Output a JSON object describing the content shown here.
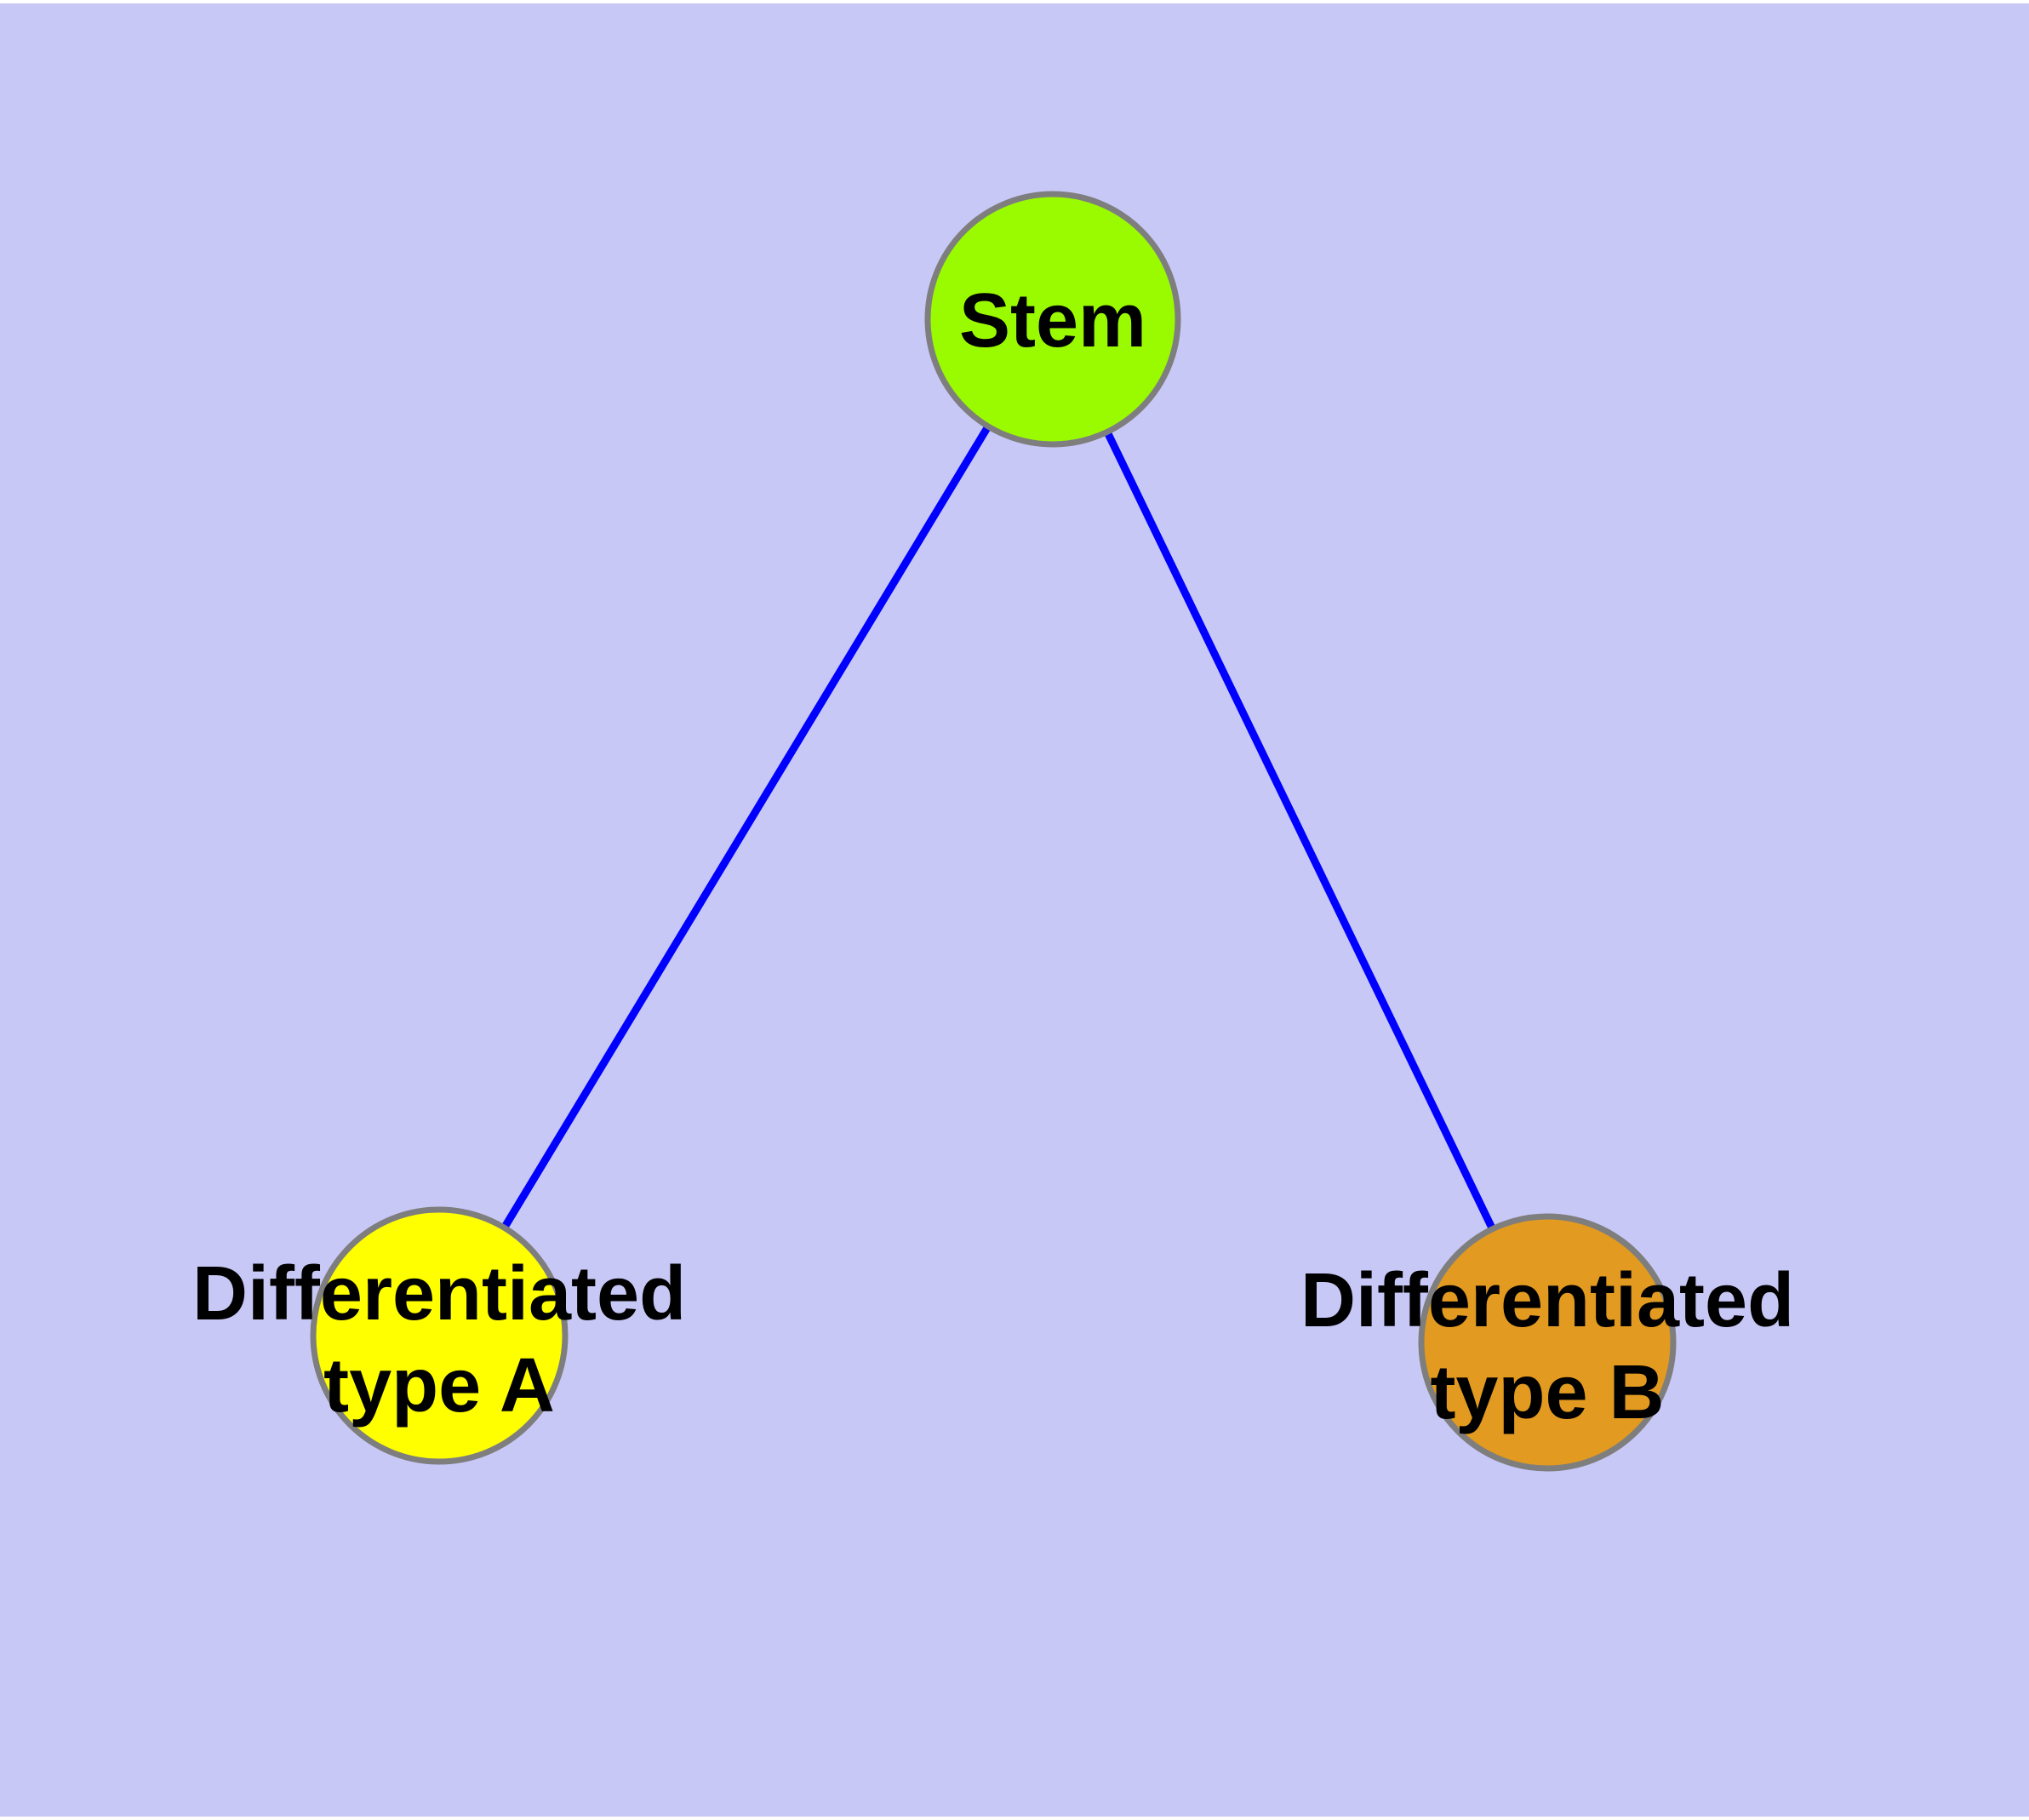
{
  "diagram": {
    "type": "node-link-graph",
    "background_color": "#C8C8F7",
    "margin_color": "#FFFFFF",
    "edge_color": "#0000FF",
    "node_border_color": "#7E7E7E",
    "label_color": "#000000",
    "nodes": [
      {
        "id": "stem",
        "label": "Stem",
        "fill": "#9AFB00"
      },
      {
        "id": "diff-a",
        "label": "Differentiated\ntype A",
        "fill": "#FFFF00"
      },
      {
        "id": "diff-b",
        "label": "Differentiated\ntype B",
        "fill": "#E29A20"
      }
    ],
    "edges": [
      {
        "from": "stem",
        "to": "diff-a"
      },
      {
        "from": "stem",
        "to": "diff-b"
      }
    ]
  }
}
